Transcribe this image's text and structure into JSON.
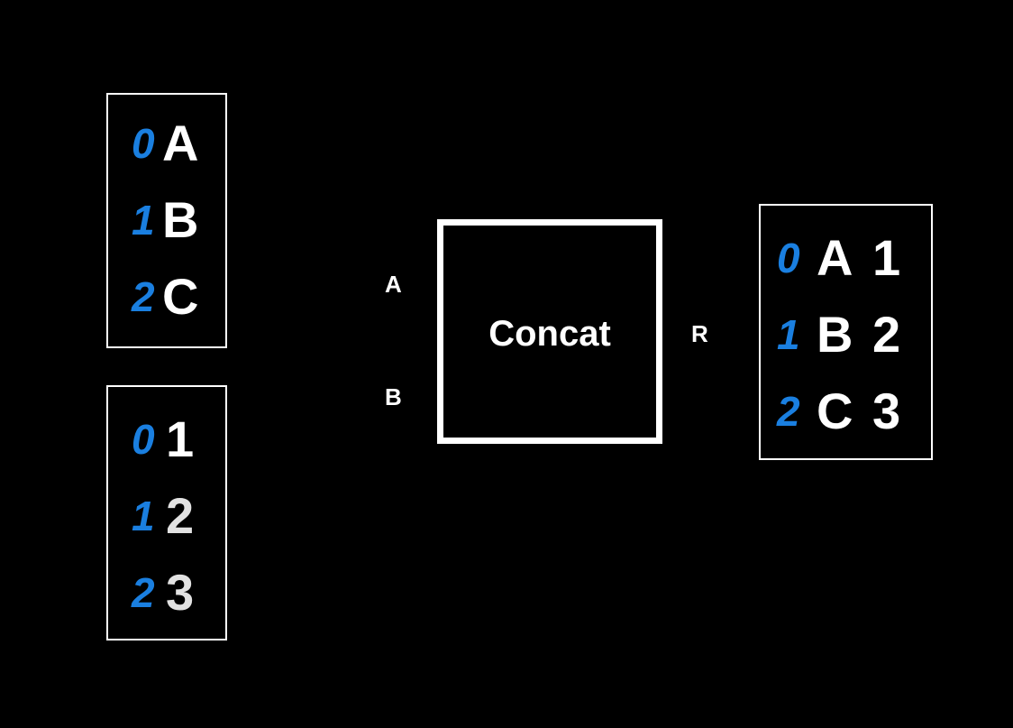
{
  "input_a": {
    "rows": [
      {
        "index": "0",
        "value": "A"
      },
      {
        "index": "1",
        "value": "B"
      },
      {
        "index": "2",
        "value": "C"
      }
    ]
  },
  "input_b": {
    "rows": [
      {
        "index": "0",
        "value": "1"
      },
      {
        "index": "1",
        "value": "2"
      },
      {
        "index": "2",
        "value": "3"
      }
    ]
  },
  "node": {
    "title": "Concat",
    "inputs": [
      "A",
      "B"
    ],
    "output": "R"
  },
  "result": {
    "rows": [
      {
        "index": "0",
        "left": "A",
        "right": "1"
      },
      {
        "index": "1",
        "left": "B",
        "right": "2"
      },
      {
        "index": "2",
        "left": "C",
        "right": "3"
      }
    ]
  },
  "colors": {
    "background": "#000000",
    "index": "#1a7fe0",
    "value": "#ffffff",
    "stroke": "#ffffff"
  }
}
